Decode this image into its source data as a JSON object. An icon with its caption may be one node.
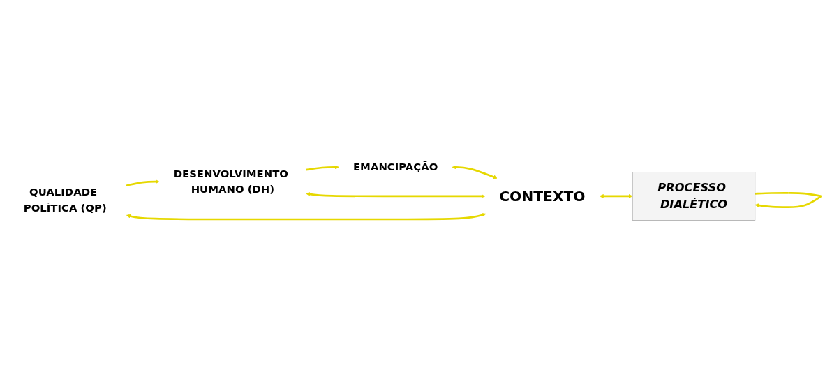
{
  "diagram": {
    "nodes": [
      {
        "text": [
          "EMANCIPAÇÃO"
        ]
      },
      {
        "text": [
          "DESENVOLVIMENTO HUMANO (DH)"
        ]
      },
      {
        "text": [
          "CONTEXTO"
        ]
      },
      {
        "text": [
          "QUALIDADE POLÍTICA (QP)"
        ]
      },
      {
        "text": [
          "PROCESSO DIALÉTICO"
        ]
      }
    ],
    "edges": [
      {
        "from": 3,
        "to": 1,
        "arrow": "to"
      },
      {
        "from": 1,
        "to": 0,
        "arrow": "to"
      },
      {
        "from": 0,
        "to": 2,
        "arrow": "both"
      },
      {
        "from": 1,
        "to": 2,
        "arrow": "both"
      },
      {
        "from": 3,
        "to": 2,
        "arrow": "both"
      },
      {
        "from": 2,
        "to": 4,
        "arrow": "both"
      },
      {
        "from": 4,
        "to": 4,
        "arrow": "to"
      }
    ]
  }
}
